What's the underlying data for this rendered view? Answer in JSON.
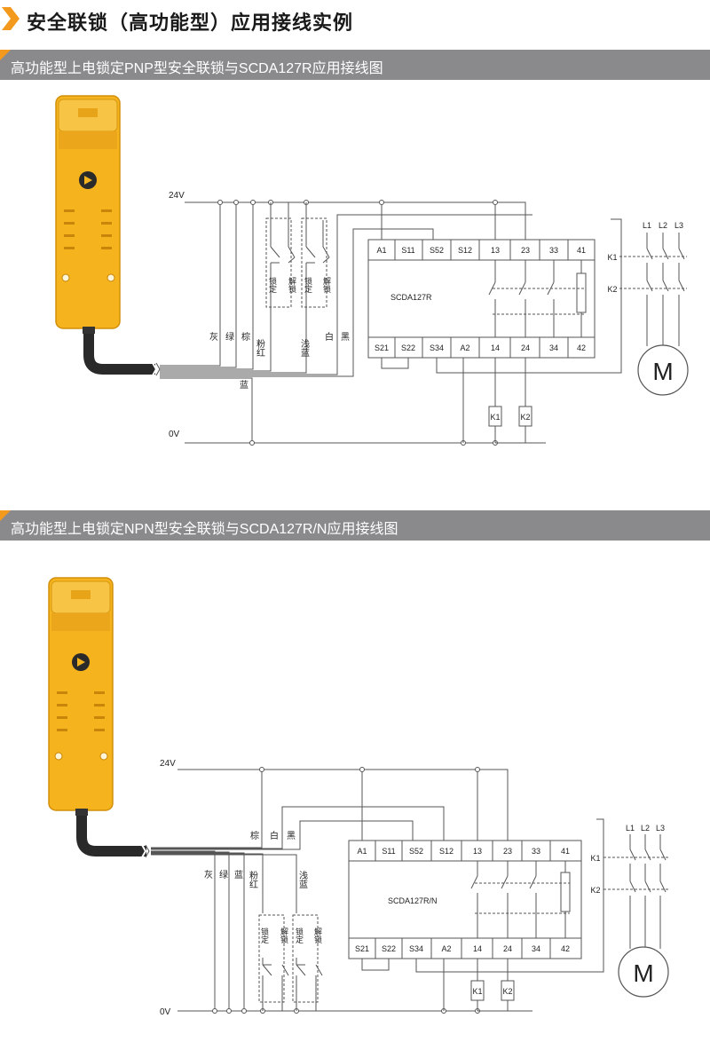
{
  "page": {
    "title": "安全联锁（高功能型）应用接线实例",
    "accent_color": "#f39a1e",
    "bar_color": "#8a8a8c"
  },
  "diagrams": [
    {
      "title": "高功能型上电锁定PNP型安全联锁与SCDA127R应用接线图",
      "supply_plus": "24V",
      "supply_minus": "0V",
      "relay_model": "SCDA127R",
      "top_terminals": [
        "A1",
        "S11",
        "S52",
        "S12",
        "13",
        "23",
        "33",
        "41"
      ],
      "bottom_terminals": [
        "S21",
        "S22",
        "S34",
        "A2",
        "14",
        "24",
        "34",
        "42"
      ],
      "wire_colors": [
        "灰",
        "绿",
        "棕",
        "粉红",
        "浅蓝",
        "白",
        "黑"
      ],
      "ground_wire_color": "蓝",
      "switch_lock_label": "锁定",
      "switch_unlock_label": "解锁",
      "contactors": [
        "K1",
        "K2"
      ],
      "phases": [
        "L1",
        "L2",
        "L3"
      ],
      "motor_label": "M"
    },
    {
      "title": "高功能型上电锁定NPN型安全联锁与SCDA127R/N应用接线图",
      "supply_plus": "24V",
      "supply_minus": "0V",
      "relay_model": "SCDA127R/N",
      "top_terminals": [
        "A1",
        "S11",
        "S52",
        "S12",
        "13",
        "23",
        "33",
        "41"
      ],
      "bottom_terminals": [
        "S21",
        "S22",
        "S34",
        "A2",
        "14",
        "24",
        "34",
        "42"
      ],
      "upper_wire_colors": [
        "棕",
        "白",
        "黑"
      ],
      "wire_colors": [
        "灰",
        "绿",
        "蓝",
        "粉红",
        "浅蓝"
      ],
      "switch_lock_label": "锁定",
      "switch_unlock_label": "解锁",
      "contactors": [
        "K1",
        "K2"
      ],
      "phases": [
        "L1",
        "L2",
        "L3"
      ],
      "motor_label": "M"
    }
  ]
}
